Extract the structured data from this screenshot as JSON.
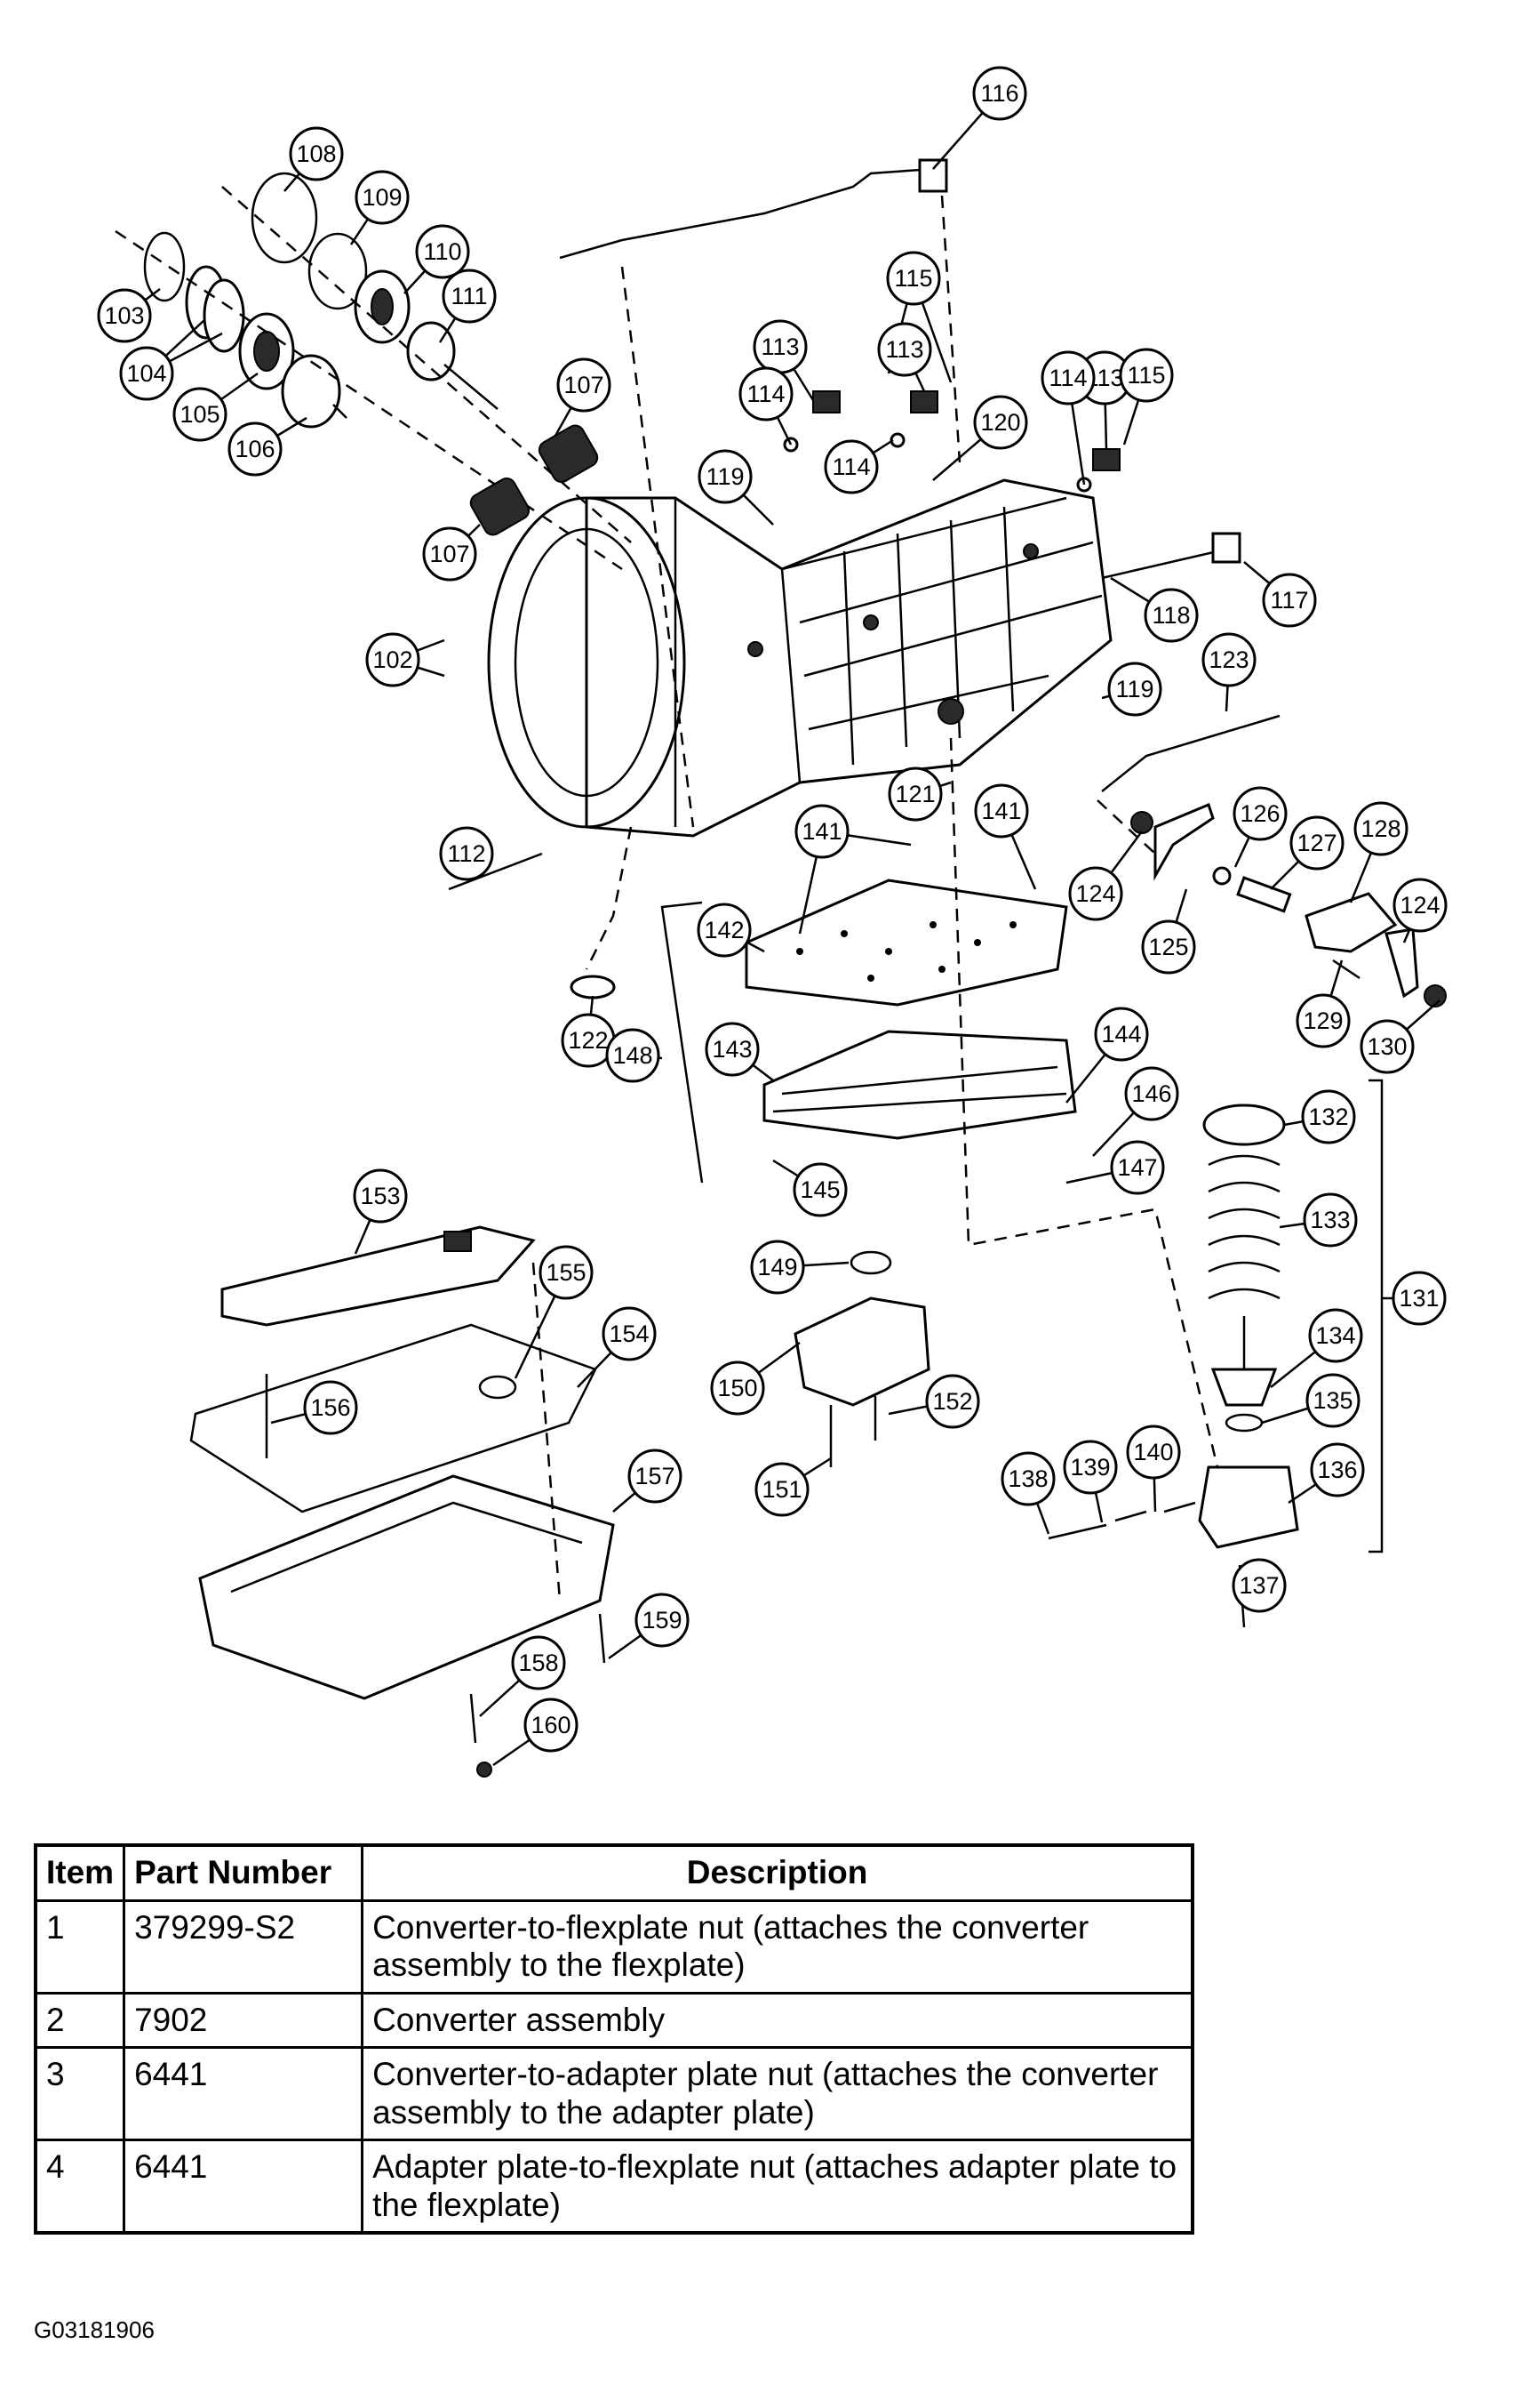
{
  "callouts": [
    "102",
    "103",
    "104",
    "105",
    "106",
    "107",
    "107",
    "108",
    "109",
    "110",
    "111",
    "112",
    "113",
    "113",
    "113",
    "114",
    "114",
    "114",
    "115",
    "115",
    "116",
    "117",
    "118",
    "119",
    "119",
    "120",
    "121",
    "122",
    "123",
    "124",
    "124",
    "125",
    "126",
    "127",
    "128",
    "129",
    "130",
    "131",
    "132",
    "133",
    "134",
    "135",
    "136",
    "137",
    "138",
    "139",
    "140",
    "141",
    "141",
    "142",
    "143",
    "144",
    "145",
    "146",
    "147",
    "148",
    "149",
    "150",
    "151",
    "152",
    "153",
    "154",
    "155",
    "156",
    "157",
    "158",
    "159",
    "160"
  ],
  "table": {
    "headers": [
      "Item",
      "Part Number",
      "Description"
    ],
    "rows": [
      {
        "item": "1",
        "part_number": "379299-S2",
        "description": "Converter-to-flexplate nut (attaches the converter assembly to the flexplate)"
      },
      {
        "item": "2",
        "part_number": "7902",
        "description": "Converter assembly"
      },
      {
        "item": "3",
        "part_number": "6441",
        "description": "Converter-to-adapter plate nut (attaches the converter assembly to the adapter plate)"
      },
      {
        "item": "4",
        "part_number": "6441",
        "description": "Adapter plate-to-flexplate nut (attaches adapter plate to the flexplate)"
      }
    ]
  },
  "figure_id": "G03181906"
}
